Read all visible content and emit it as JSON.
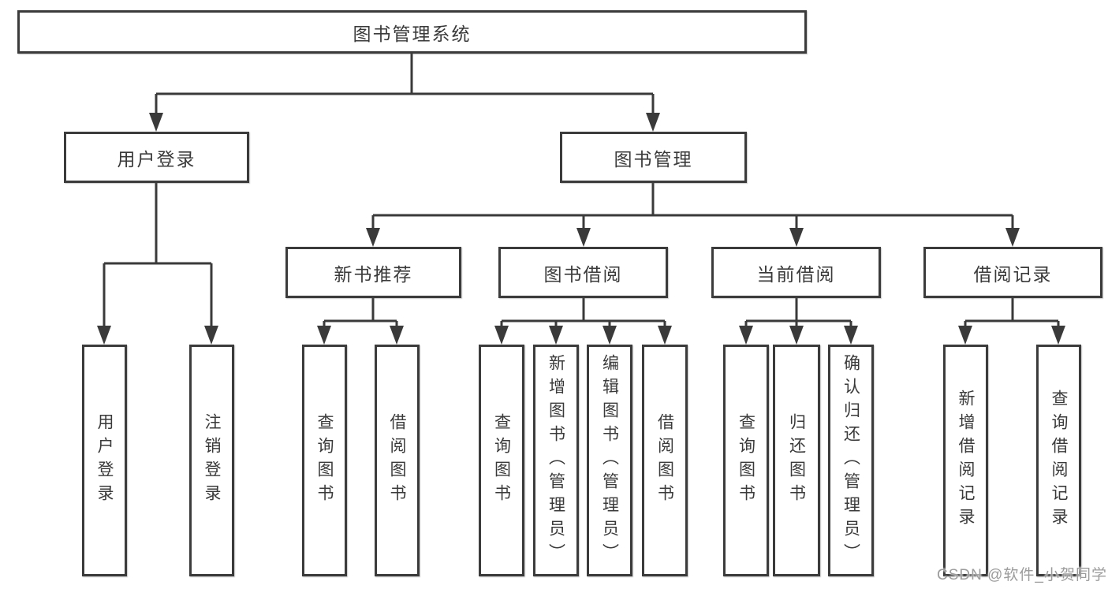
{
  "title": "图书管理系统",
  "level2": [
    {
      "label": "用户登录"
    },
    {
      "label": "图书管理"
    }
  ],
  "level3": [
    {
      "label": "新书推荐"
    },
    {
      "label": "图书借阅"
    },
    {
      "label": "当前借阅"
    },
    {
      "label": "借阅记录"
    }
  ],
  "groups": [
    {
      "parent": "用户登录",
      "children": [
        "用户登录",
        "注销登录"
      ]
    },
    {
      "parent": "新书推荐",
      "children": [
        "查询图书",
        "借阅图书"
      ]
    },
    {
      "parent": "图书借阅",
      "children": [
        "查询图书",
        "新增图书（管理员）",
        "编辑图书（管理员）",
        "借阅图书"
      ]
    },
    {
      "parent": "当前借阅",
      "children": [
        "查询图书",
        "归还图书",
        "确认归还（管理员）"
      ]
    },
    {
      "parent": "借阅记录",
      "children": [
        "新增借阅记录",
        "查询借阅记录"
      ]
    }
  ],
  "watermark": "CSDN @软件_小贺同学",
  "colors": {
    "line": "#3a3a3a",
    "box_border": "#3b3b3b",
    "text": "#3a3a3a",
    "watermark": "#9c9c9c",
    "background": "#ffffff"
  }
}
